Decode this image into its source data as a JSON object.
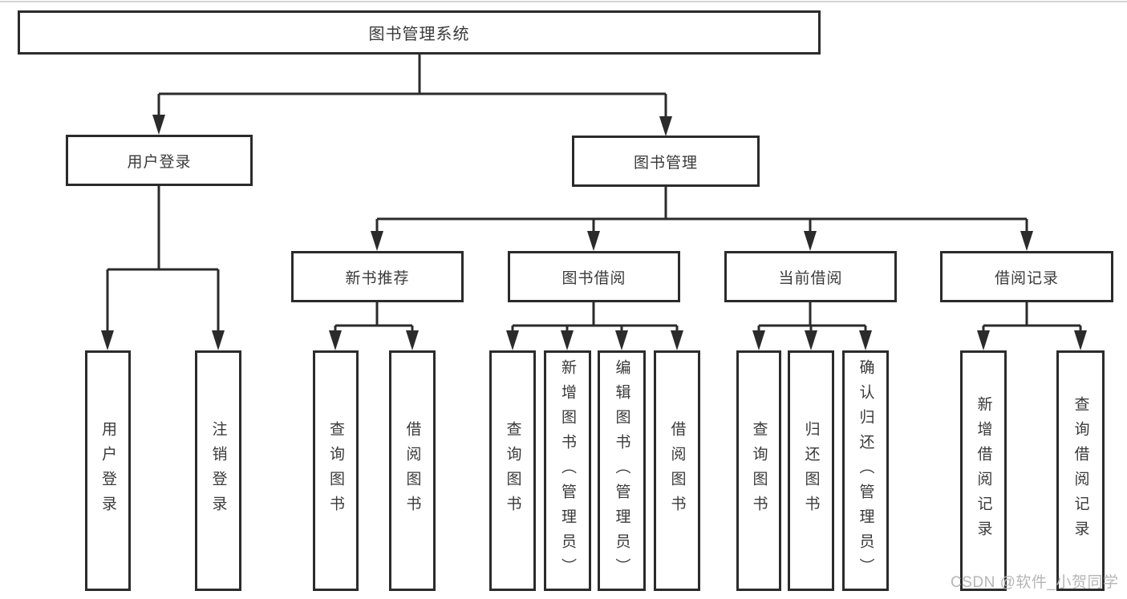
{
  "diagram": {
    "type": "functional-structure-tree",
    "tree": {
      "root": "图书管理系统",
      "branches": [
        {
          "label": "用户登录",
          "children": [
            {
              "label": "用户登录"
            },
            {
              "label": "注销登录"
            }
          ]
        },
        {
          "label": "图书管理",
          "children": [
            {
              "label": "新书推荐",
              "children": [
                {
                  "label": "查询图书"
                },
                {
                  "label": "借阅图书"
                }
              ]
            },
            {
              "label": "图书借阅",
              "children": [
                {
                  "label": "查询图书"
                },
                {
                  "label": "新增图书（管理员）"
                },
                {
                  "label": "编辑图书（管理员）"
                },
                {
                  "label": "借阅图书"
                }
              ]
            },
            {
              "label": "当前借阅",
              "children": [
                {
                  "label": "查询图书"
                },
                {
                  "label": "归还图书"
                },
                {
                  "label": "确认归还（管理员）"
                }
              ]
            },
            {
              "label": "借阅记录",
              "children": [
                {
                  "label": "新增借阅记录"
                },
                {
                  "label": "查询借阅记录"
                }
              ]
            }
          ]
        }
      ]
    },
    "colors": {
      "line": "#2b2b2b",
      "box_border": "#2b2b2b",
      "text": "#3a3a3a",
      "background": "#ffffff",
      "watermark": "#b6b6b6"
    }
  },
  "watermark": {
    "text": "CSDN @软件_小贺同学"
  }
}
